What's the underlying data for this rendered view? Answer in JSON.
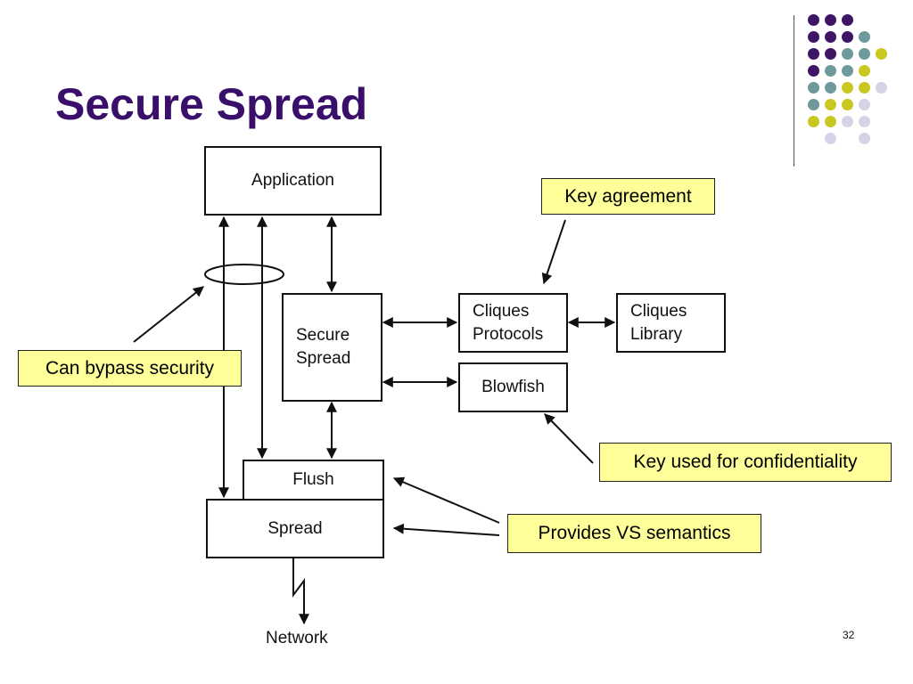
{
  "slide": {
    "title": "Secure Spread",
    "page_number": "32"
  },
  "diagram": {
    "boxes": {
      "application": "Application",
      "secure_spread_line1": "Secure",
      "secure_spread_line2": "Spread",
      "cliques_protocols_line1": "Cliques",
      "cliques_protocols_line2": "Protocols",
      "cliques_library_line1": "Cliques",
      "cliques_library_line2": "Library",
      "blowfish": "Blowfish",
      "flush": "Flush",
      "spread": "Spread"
    },
    "network_label": "Network",
    "callouts": {
      "key_agreement": "Key agreement",
      "bypass_security": "Can bypass security",
      "key_confidentiality": "Key used for confidentiality",
      "vs_semantics": "Provides VS semantics"
    }
  },
  "colors": {
    "title": "#3a0f6b",
    "callout_fill": "#ffff99",
    "dot_purple": "#3f1566",
    "dot_teal": "#6e9a9c",
    "dot_yellow": "#c9c820",
    "dot_lavender": "#d5d3e6"
  }
}
